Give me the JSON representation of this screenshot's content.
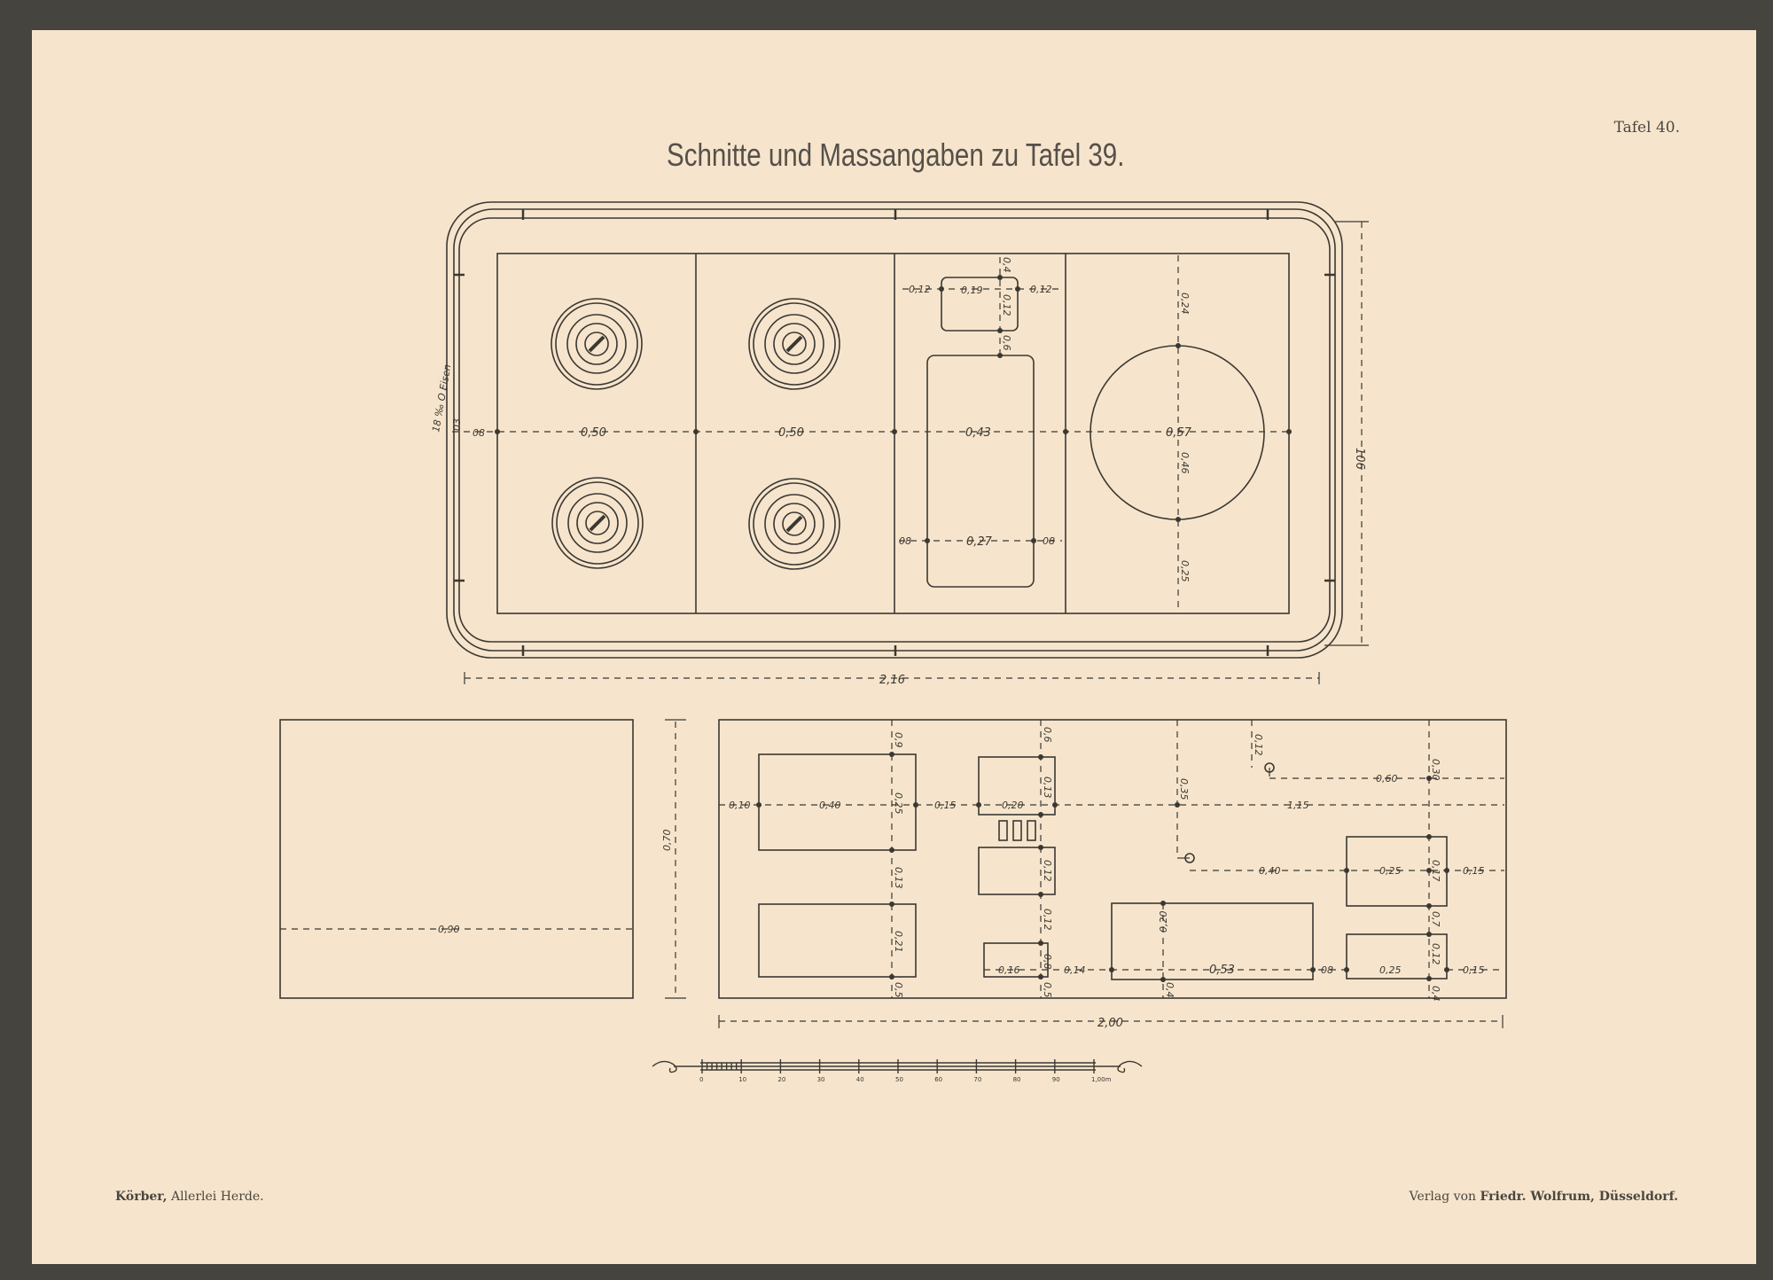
{
  "header": {
    "title": "Schnitte und Massangaben zu Tafel 39.",
    "plate_number": "Tafel 40."
  },
  "footer": {
    "author": "Körber,",
    "book": "Allerlei Herde.",
    "publisher_prefix": "Verlag von",
    "publisher": "Friedr. Wolfrum, Düsseldorf."
  },
  "top_view": {
    "overall_width": "2,16",
    "overall_depth": "106",
    "edge_note": "18 ‰ O Eisen",
    "edge_small": "03",
    "margin_left": "08",
    "col1_width": "0,50",
    "col2_width": "0,50",
    "col3_width": "0,43",
    "circle_diameter": "0,57",
    "circle_top_gap": "0,24",
    "circle_mid": "0,46",
    "circle_bottom_gap": "0,25",
    "top_box_left": "0,12",
    "top_box_width": "0,19",
    "top_box_right": "0,12",
    "top_box_top": "0,4",
    "top_box_height": "0,12",
    "top_box_gap": "0,6",
    "oven_side_left": "08",
    "oven_width": "0,27",
    "oven_side_right": "08"
  },
  "side_view": {
    "left_width": "0,90",
    "height": "0,70",
    "overall_width": "2,00",
    "margin_left": "0,10",
    "door1_width": "0,40",
    "door1_top": "0,9",
    "door1_height": "0,25",
    "door_gap": "0,13",
    "door2_height": "0,21",
    "door2_bottom": "0,5",
    "gap_15": "0,15",
    "small_door_width": "0,20",
    "small_top": "0,6",
    "small_h1": "0,13",
    "small_h2": "0,12",
    "small_h3": "0,12",
    "bottom_small_width": "0,16",
    "bottom_small_h": "0,8",
    "bottom_small_b": "0,5",
    "gap_14": "0,14",
    "right_top_gap": "0,12",
    "right_drop": "0,35",
    "right_span": "1,15",
    "right_60": "0,60",
    "right_30": "0,30",
    "right_40": "0,40",
    "right_box_width": "0,25",
    "right_box_h": "0,17",
    "right_margin": "0,15",
    "right_box_gap": "0,7",
    "right_box2_width": "0,25",
    "right_box2_h": "0,12",
    "right_box2_b": "0,4",
    "right_margin2": "0,15",
    "ash_width": "0,53",
    "ash_height": "0,20",
    "ash_bottom": "0,4",
    "ash_gap": "08"
  },
  "scale_bar": {
    "ticks": [
      "0",
      "10",
      "20",
      "30",
      "40",
      "50",
      "60",
      "70",
      "80",
      "90",
      "1,00m"
    ]
  }
}
